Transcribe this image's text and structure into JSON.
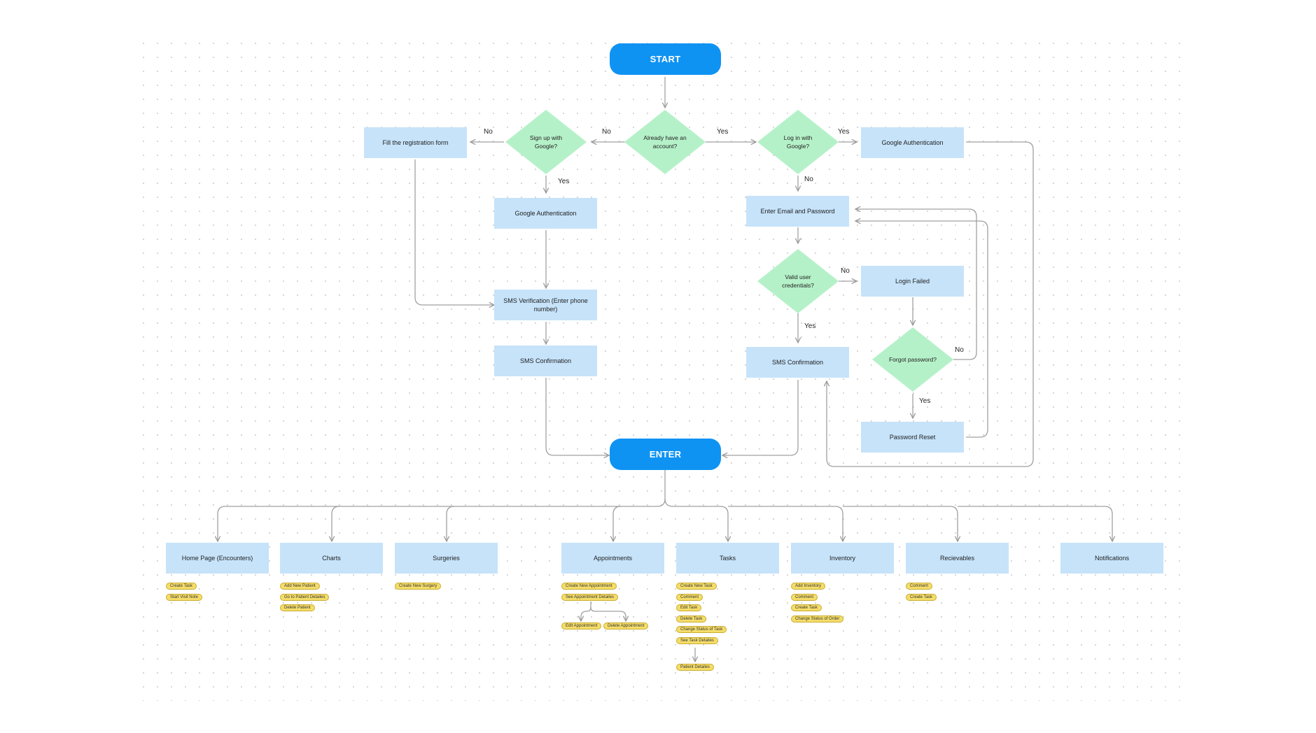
{
  "terminals": {
    "start": "START",
    "enter": "ENTER"
  },
  "decisions": {
    "already_have_account": "Already have an account?",
    "sign_up_google": "Sign up with Google?",
    "log_in_google": "Log in with Google?",
    "valid_credentials": "Valid user credentials?",
    "forgot_password": "Forgot password?"
  },
  "processes": {
    "fill_registration": "Fill the registration form",
    "google_auth_signup": "Google Authentication",
    "sms_verification": "SMS Verification (Enter phone number)",
    "sms_confirmation_signup": "SMS Confirmation",
    "google_auth_login": "Google Authentication",
    "enter_email_password": "Enter Email and Password",
    "login_failed": "Login Failed",
    "sms_confirmation_login": "SMS Confirmation",
    "password_reset": "Password Reset"
  },
  "edge_labels": {
    "account_no": "No",
    "account_yes": "Yes",
    "signup_no": "No",
    "signup_yes": "Yes",
    "login_google_yes": "Yes",
    "login_google_no": "No",
    "valid_no": "No",
    "valid_yes": "Yes",
    "forgot_no": "No",
    "forgot_yes": "Yes"
  },
  "sections": [
    {
      "title": "Home Page (Encounters)",
      "actions": [
        "Create Task",
        "Start Visit Note"
      ]
    },
    {
      "title": "Charts",
      "actions": [
        "Add New Patient",
        "Go to Patient Detailes",
        "Delete Patient"
      ]
    },
    {
      "title": "Surgeries",
      "actions": [
        "Create New Surgery"
      ]
    },
    {
      "title": "Appointments",
      "actions": [
        "Create New Appointment",
        "See Appointment Detailes"
      ],
      "sub_actions": [
        "Edit Appointment",
        "Delete Appointment"
      ]
    },
    {
      "title": "Tasks",
      "actions": [
        "Create New Task",
        "Comment",
        "Edit Task",
        "Delete Task",
        "Change Status of Task",
        "See Task Detailes"
      ],
      "sub_actions": [
        "Patient Detailes"
      ]
    },
    {
      "title": "Inventory",
      "actions": [
        "Add Inventory",
        "Comment",
        "Create Task",
        "Change Status of Order"
      ]
    },
    {
      "title": "Recievables",
      "actions": [
        "Comment",
        "Create Task"
      ]
    },
    {
      "title": "Notifications",
      "actions": []
    }
  ],
  "colors": {
    "terminal": "#0f93f3",
    "process": "#c6e3fa",
    "decision": "#b5f1c8",
    "action_tag": "#f5dd6a",
    "connector": "#9a9a9a"
  }
}
